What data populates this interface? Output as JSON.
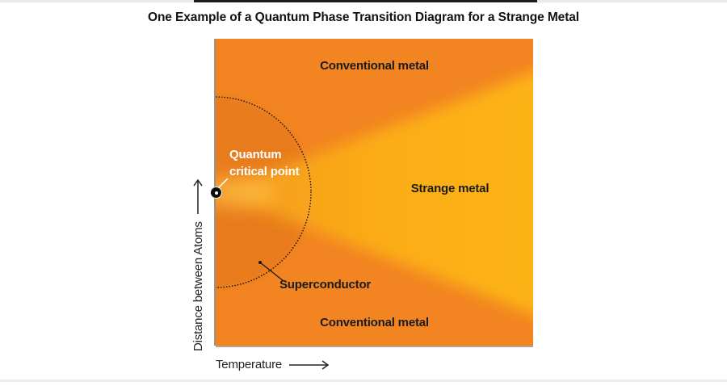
{
  "title": "One Example of a Quantum Phase Transition Diagram for a Strange Metal",
  "diagram": {
    "type": "phase-diagram",
    "axes": {
      "x_label": "Temperature",
      "y_label": "Distance between Atoms"
    },
    "regions": {
      "conventional_metal_top": "Conventional metal",
      "strange_metal": "Strange metal",
      "superconductor": "Superconductor",
      "conventional_metal_bottom": "Conventional metal"
    },
    "annotations": {
      "quantum_critical_point": "Quantum critical point"
    }
  },
  "colors": {
    "metal_orange": "#F28422",
    "superconductor_orange": "#E87B1F",
    "strange_metal_yellow": "#FDB514",
    "wedge_start": "#F49820",
    "wedge_mid": "#FBAC16",
    "glow_yellow": "#FFC44C",
    "dotted_line": "#161616",
    "label_white": "#FFFFFF",
    "text_dark": "#1B1B1B"
  }
}
